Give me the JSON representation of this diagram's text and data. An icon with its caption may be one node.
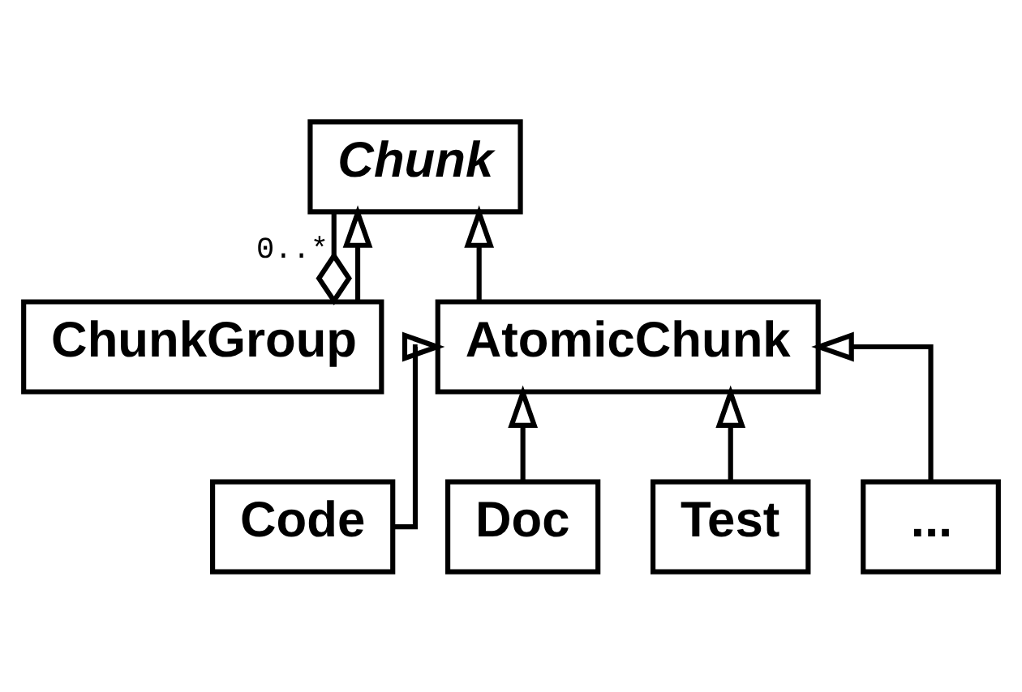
{
  "diagram": {
    "nodes": [
      {
        "text": [
          "Chunk"
        ]
      },
      {
        "text": [
          "AtomicChunk"
        ]
      },
      {
        "text": [
          "ChunkGroup"
        ]
      },
      {
        "text": [
          "Code"
        ]
      },
      {
        "text": [
          "Doc"
        ]
      },
      {
        "text": [
          "Test"
        ]
      },
      {
        "text": [
          "..."
        ]
      }
    ],
    "edges": [
      {
        "from": 1,
        "to": 0,
        "arrow": "to"
      },
      {
        "from": 2,
        "to": 0,
        "arrow": "to"
      },
      {
        "from": 0,
        "to": 2,
        "arrow": "other",
        "label": "0..*"
      },
      {
        "from": 3,
        "to": 1,
        "arrow": "to"
      },
      {
        "from": 4,
        "to": 1,
        "arrow": "to"
      },
      {
        "from": 5,
        "to": 1,
        "arrow": "to"
      },
      {
        "from": 6,
        "to": 1,
        "arrow": "to"
      }
    ]
  }
}
